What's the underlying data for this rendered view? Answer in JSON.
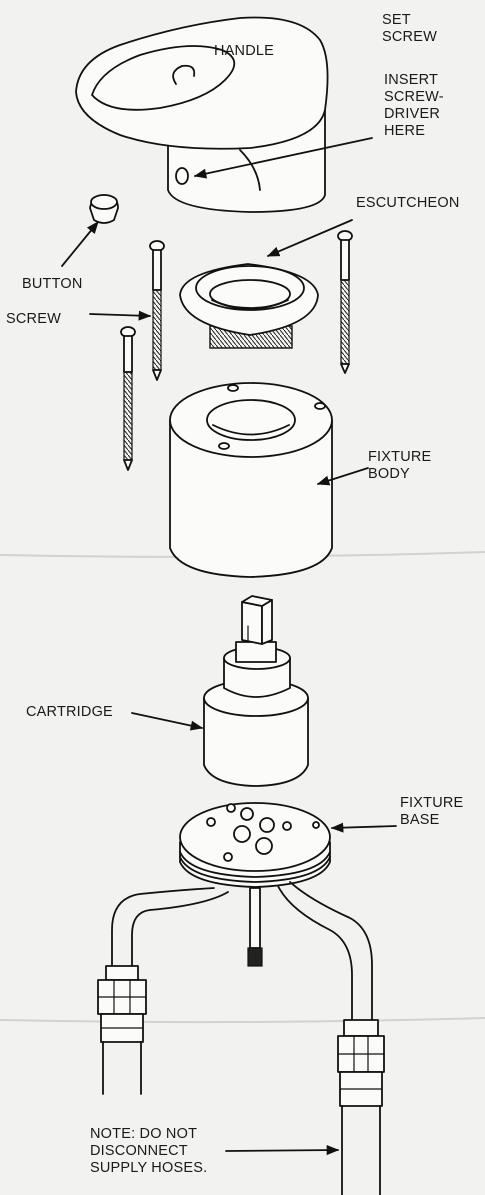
{
  "labels": {
    "set_screw": [
      "SET",
      "SCREW"
    ],
    "handle": "HANDLE",
    "insert_screwdriver": [
      "INSERT",
      "SCREW-",
      "DRIVER",
      "HERE"
    ],
    "escutcheon": "ESCUTCHEON",
    "button": "BUTTON",
    "screw": "SCREW",
    "fixture_body": [
      "FIXTURE",
      "BODY"
    ],
    "cartridge": "CARTRIDGE",
    "fixture_base": [
      "FIXTURE",
      "BASE"
    ],
    "note": [
      "NOTE: DO NOT",
      "DISCONNECT",
      "SUPPLY HOSES."
    ]
  },
  "colors": {
    "ink": "#111111",
    "paper": "#f2f2f0"
  }
}
